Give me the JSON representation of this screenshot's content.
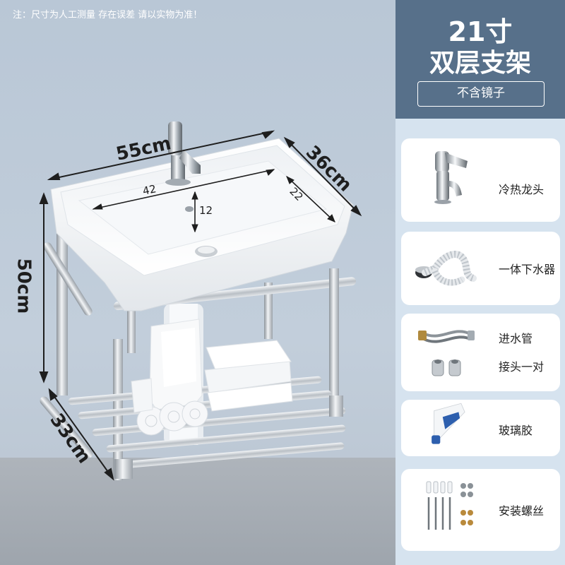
{
  "note": "注：尺寸为人工测量 存在误差 请以实物为准！",
  "dimensions": {
    "width": "55cm",
    "depth": "36cm",
    "height": "50cm",
    "shelf_depth": "33cm",
    "basin_width": "42",
    "basin_depth": "22",
    "basin_height": "12"
  },
  "panel": {
    "title_line1": "21寸",
    "title_line2": "双层支架",
    "badge": "不含镜子"
  },
  "accessories": [
    {
      "label": "冷热龙头",
      "icon": "faucet-icon"
    },
    {
      "label": "一体下水器",
      "icon": "drain-hose-icon"
    },
    {
      "label": "进水管",
      "label2": "接头一对",
      "icon": "inlet-hose-icon"
    },
    {
      "label": "玻璃胶",
      "icon": "glue-tube-icon"
    },
    {
      "label": "安装螺丝",
      "icon": "screws-icon"
    }
  ],
  "colors": {
    "header_bg": "#57708a",
    "panel_bg": "#d6e3ef",
    "wall": "#bccad8",
    "floor": "#a7aeb6",
    "card_bg": "#ffffff"
  }
}
